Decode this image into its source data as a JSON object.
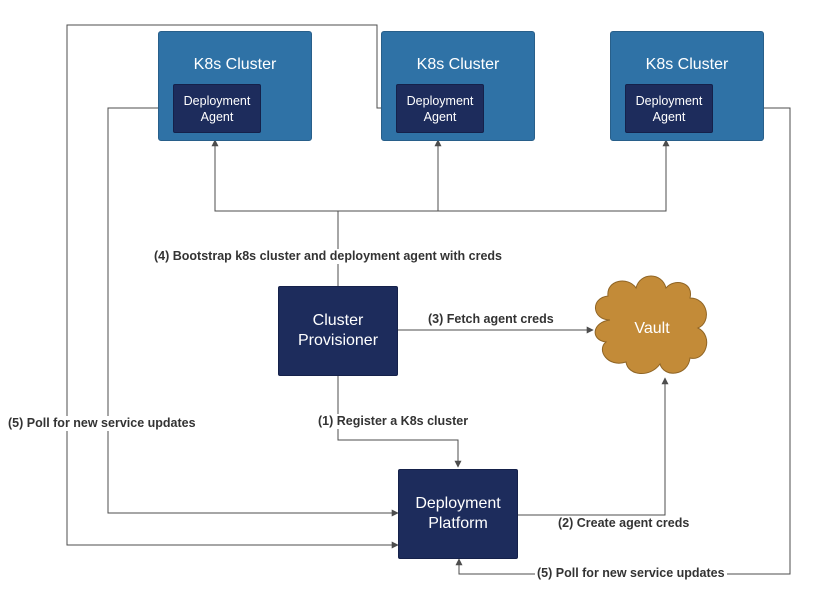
{
  "clusters": [
    {
      "title": "K8s Cluster",
      "agent_label": "Deployment Agent"
    },
    {
      "title": "K8s Cluster",
      "agent_label": "Deployment Agent"
    },
    {
      "title": "K8s Cluster",
      "agent_label": "Deployment Agent"
    }
  ],
  "cluster_provisioner": {
    "label": "Cluster Provisioner"
  },
  "deployment_platform": {
    "label": "Deployment Platform"
  },
  "vault": {
    "label": "Vault"
  },
  "edges": {
    "register": "(1) Register a K8s cluster",
    "create_creds": "(2) Create agent creds",
    "fetch_creds": "(3) Fetch agent creds",
    "bootstrap": "(4) Bootstrap k8s cluster and deployment agent with creds",
    "poll_left": "(5) Poll for new service updates",
    "poll_bottom": "(5) Poll for new service updates"
  },
  "colors": {
    "cluster_fill": "#2f72a6",
    "node_fill": "#1d2c5c",
    "vault_fill": "#c38b38",
    "line": "#4d4d4d"
  }
}
